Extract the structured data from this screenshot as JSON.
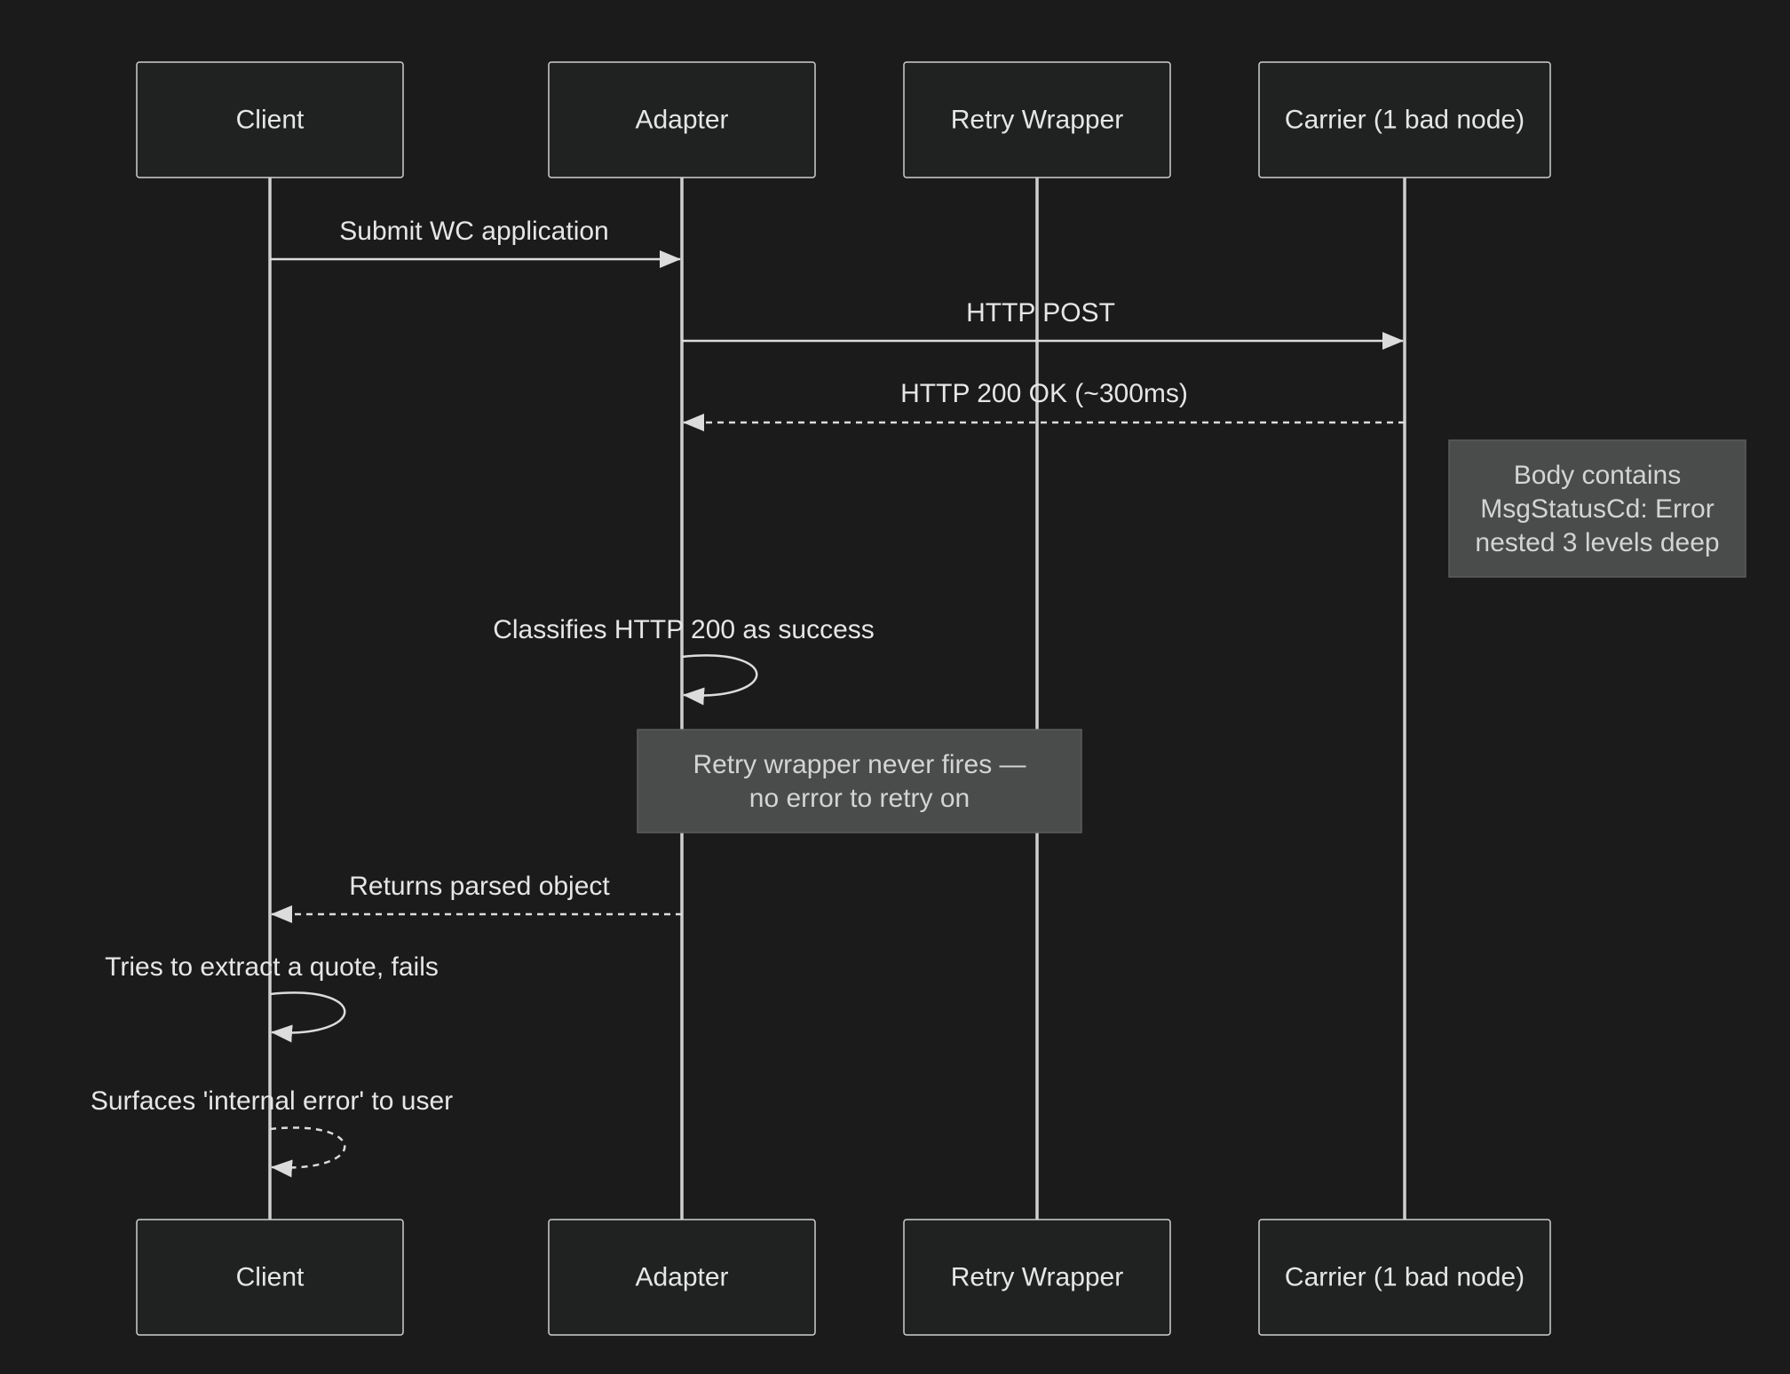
{
  "actors": {
    "client": "Client",
    "adapter": "Adapter",
    "retry": "Retry Wrapper",
    "carrier": "Carrier (1 bad node)"
  },
  "messages": {
    "submit": "Submit WC application",
    "http_post": "HTTP POST",
    "http_200": "HTTP 200 OK (~300ms)",
    "classifies": "Classifies HTTP 200 as success",
    "returns": "Returns parsed object",
    "tries": "Tries to extract a quote, fails",
    "surfaces": "Surfaces 'internal error' to user"
  },
  "notes": {
    "body_contains": [
      "Body contains",
      "MsgStatusCd: Error",
      "nested 3 levels deep"
    ],
    "retry_never": [
      "Retry wrapper never fires —",
      "no error to retry on"
    ]
  },
  "colors": {
    "background": "#1b1b1b",
    "line": "#cfcfcf",
    "note": "#4a4b4b",
    "text": "#e6e6e6"
  }
}
